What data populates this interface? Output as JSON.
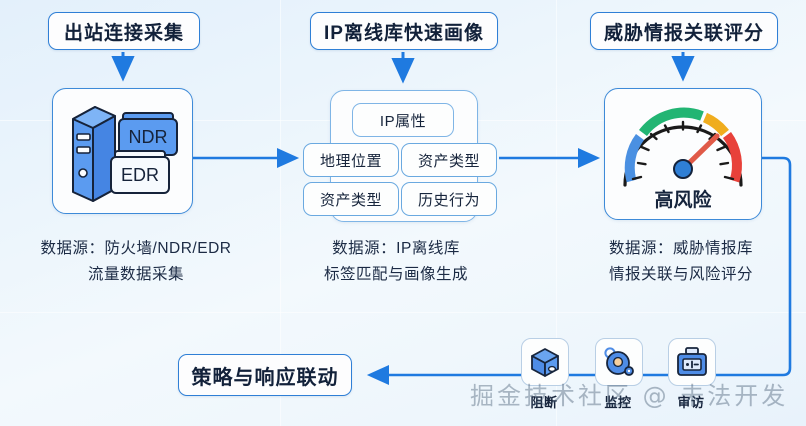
{
  "theme": {
    "accent": "#1f7ae0",
    "border": "#2f7fd6",
    "card_border": "#3d8ad8",
    "text": "#12213a",
    "bg_start": "#e3f0fb",
    "bg_end": "#e8f2fb"
  },
  "stages": [
    {
      "id": "collect",
      "title": "出站连接采集",
      "caption_line1": "数据源：防火墙/NDR/EDR",
      "caption_line2": "流量数据采集",
      "icons": [
        "server-icon",
        "ndr-folder-icon",
        "edr-folder-icon"
      ],
      "badge_ndr": "NDR",
      "badge_edr": "EDR"
    },
    {
      "id": "profile",
      "title": "IP离线库快速画像",
      "caption_line1": "数据源：IP离线库",
      "caption_line2": "标签匹配与画像生成",
      "head_chip": "IP属性",
      "chips": [
        "地理位置",
        "资产类型",
        "资产类型",
        "历史行为"
      ]
    },
    {
      "id": "scoring",
      "title": "威胁情报关联评分",
      "caption_line1": "数据源：威胁情报库",
      "caption_line2": "情报关联与风险评分",
      "gauge_label": "高风险",
      "gauge_segments": [
        {
          "name": "blue",
          "color": "#4a90e2"
        },
        {
          "name": "green",
          "color": "#22b573"
        },
        {
          "name": "yellow",
          "color": "#f0ad1e"
        },
        {
          "name": "red",
          "color": "#e8413a"
        }
      ],
      "needle_color": "#e05a48",
      "hub_color": "#2f7fd6"
    }
  ],
  "outcome": {
    "label": "策略与响应联动"
  },
  "actions": [
    {
      "label": "阻断",
      "icon": "cube-block-icon"
    },
    {
      "label": "监控",
      "icon": "camera-monitor-icon"
    },
    {
      "label": "审访",
      "icon": "briefcase-audit-icon"
    }
  ],
  "watermark": {
    "text": "掘金技术社区 @ 未法开发"
  }
}
